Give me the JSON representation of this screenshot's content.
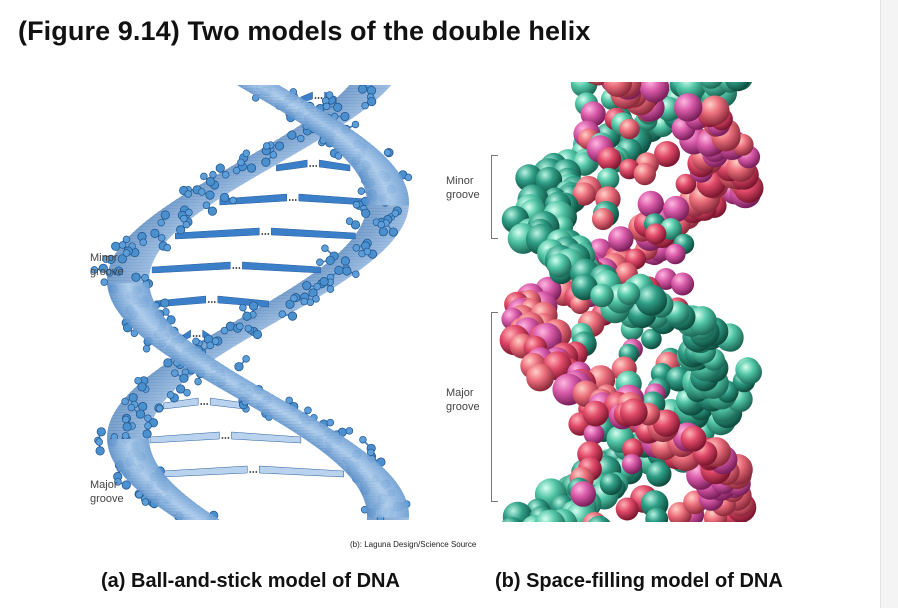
{
  "title": "(Figure 9.14) Two models of the double helix",
  "panel_a": {
    "labels": {
      "minor_groove": [
        "Minor",
        "groove"
      ],
      "major_groove": [
        "Major",
        "groove"
      ]
    }
  },
  "panel_b": {
    "labels": {
      "minor_groove": [
        "Minor",
        "groove"
      ],
      "major_groove": [
        "Major",
        "groove"
      ]
    }
  },
  "credit": "(b): Laguna Design/Science Source",
  "captions": {
    "a": "(a) Ball-and-stick model of DNA",
    "b": "(b) Space-filling model of DNA"
  },
  "colors": {
    "ribbon": "#8fb7df",
    "ribbon_dark": "#4f86c2",
    "atom": "#4a90cf",
    "base_pair": "#3c7fc9",
    "pink": "#d75aa8",
    "red": "#e24b6e",
    "teal": "#2f9e86",
    "green": "#4fc4a4"
  }
}
